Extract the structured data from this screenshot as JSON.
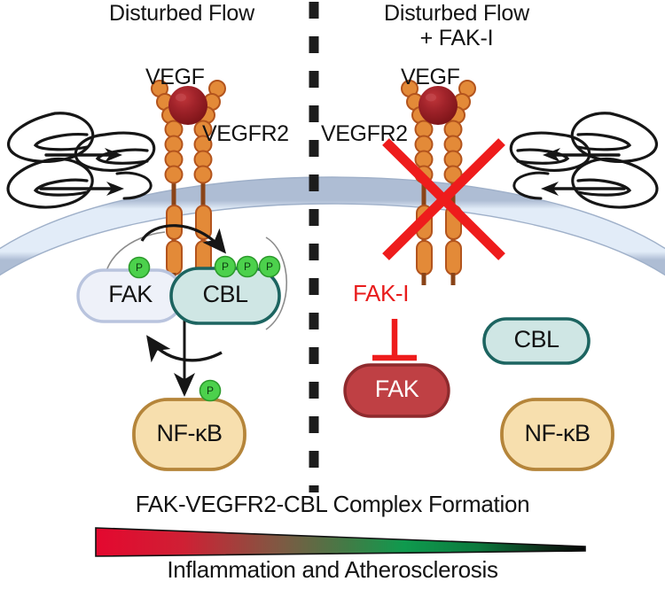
{
  "figure": {
    "title_left": "Disturbed Flow",
    "title_right_line1": "Disturbed Flow",
    "title_right_line2": "+ FAK-I"
  },
  "left_panel": {
    "ligand_label": "VEGF",
    "receptor_label": "VEGFR2",
    "nodes": [
      {
        "id": "fak",
        "label": "FAK",
        "fill": "#eef1f9",
        "stroke": "#b9c4de",
        "text_color": "#131313",
        "phospho_count": 1
      },
      {
        "id": "cbl",
        "label": "CBL",
        "fill": "#cfe6e4",
        "stroke": "#1c6460",
        "text_color": "#131313",
        "phospho_count": 3
      },
      {
        "id": "nfkb",
        "label": "NF-κB",
        "fill": "#f7dfae",
        "stroke": "#b5853a",
        "text_color": "#131313",
        "phospho_count": 1
      }
    ],
    "phospho_badge_letter": "P",
    "flow_direction": "rightward"
  },
  "right_panel": {
    "ligand_label": "VEGF",
    "receptor_label": "VEGFR2",
    "blocked": true,
    "inhibitor_label": "FAK-I",
    "nodes": [
      {
        "id": "fak",
        "label": "FAK",
        "fill": "#bf4044",
        "stroke": "#8e2a2d",
        "text_color": "#ffffff",
        "phospho_count": 0
      },
      {
        "id": "cbl",
        "label": "CBL",
        "fill": "#cfe6e4",
        "stroke": "#1c6460",
        "text_color": "#131313",
        "phospho_count": 0
      },
      {
        "id": "nfkb",
        "label": "NF-κB",
        "fill": "#f7dfae",
        "stroke": "#b5853a",
        "text_color": "#131313",
        "phospho_count": 0
      }
    ],
    "flow_direction": "leftward"
  },
  "footer": {
    "headline": "FAK-VEGFR2-CBL Complex Formation",
    "sublabel": "Inflammation and Atherosclerosis",
    "gradient_stops": [
      "#e4082f",
      "#b5343c",
      "#5e6a4a",
      "#0f9a4e",
      "#0d7a3f",
      "#0d2a18",
      "#050505"
    ]
  },
  "colors": {
    "membrane_outer": "#aebdd4",
    "membrane_inner": "#e2ecf8",
    "receptor_bead": "#e38a38",
    "receptor_bead_stroke": "#b3541d",
    "receptor_stalk": "#8a4418",
    "ligand_sphere": "#9d1f23",
    "phospho_green": "#4cd14c",
    "phospho_stroke": "#2c9a2c",
    "blocked_x": "#ee1c1c",
    "divider": "#1c1c1c",
    "arrow": "#161616",
    "inhibitor": "#e81c1c"
  }
}
